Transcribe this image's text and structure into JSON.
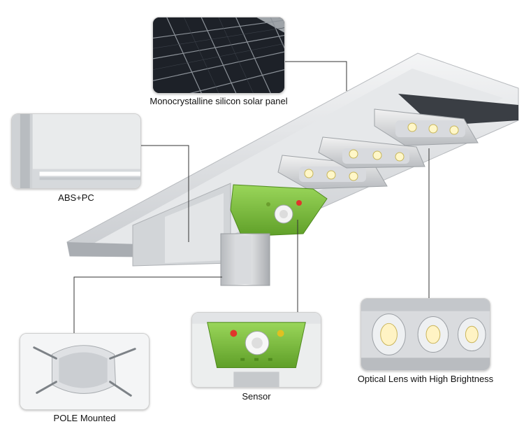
{
  "labels": {
    "solar_panel": "Monocrystalline silicon solar panel",
    "housing": "ABS+PC",
    "optical_lens": "Optical Lens with High Brightness",
    "sensor": "Sensor",
    "pole_mount": "POLE Mounted"
  },
  "colors": {
    "sensor_housing": "#7ec13a",
    "panel_frame": "#d8dadd",
    "solar_cell": "#1d2128",
    "leader_line": "#333333"
  }
}
